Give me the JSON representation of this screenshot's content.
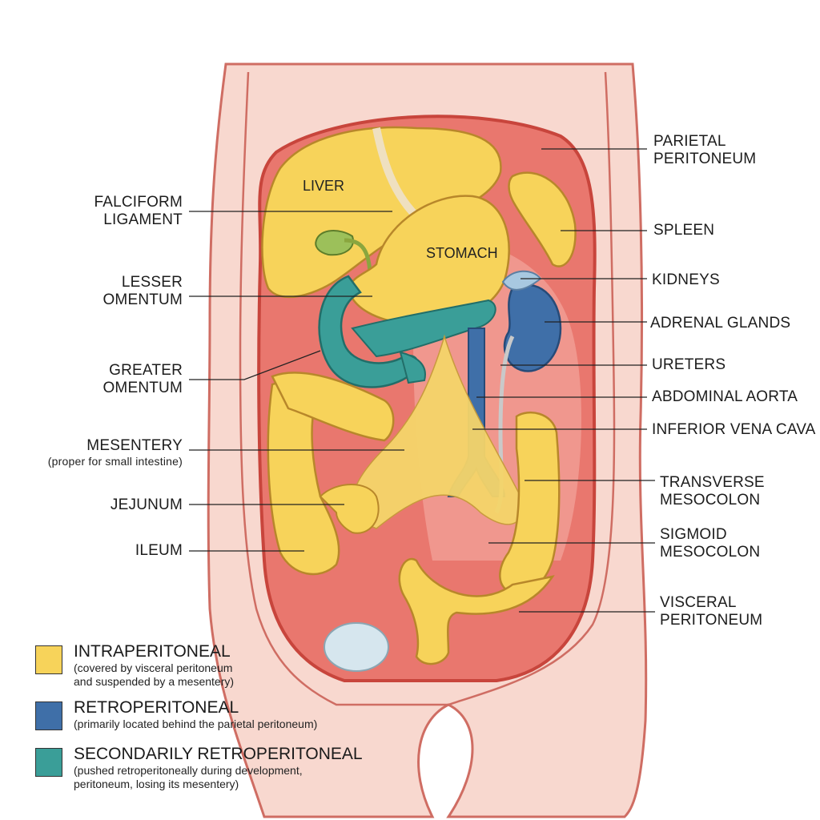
{
  "organs": {
    "liver": "LIVER",
    "stomach": "STOMACH"
  },
  "labels_left": {
    "falciform": [
      "FALCIFORM",
      "LIGAMENT"
    ],
    "lesser_omentum": [
      "LESSER",
      "OMENTUM"
    ],
    "greater_omentum": [
      "GREATER",
      "OMENTUM"
    ],
    "mesentery": "MESENTERY",
    "mesentery_note": "(proper for small intestine)",
    "jejunum": "JEJUNUM",
    "ileum": "ILEUM"
  },
  "labels_right": {
    "parietal_peritoneum": [
      "PARIETAL",
      "PERITONEUM"
    ],
    "spleen": "SPLEEN",
    "kidneys": "KIDNEYS",
    "adrenal_glands": "ADRENAL GLANDS",
    "ureters": "URETERS",
    "abdominal_aorta": "ABDOMINAL AORTA",
    "inferior_vena_cava": "INFERIOR VENA CAVA",
    "transverse_mesocolon": [
      "TRANSVERSE",
      "MESOCOLON"
    ],
    "sigmoid_mesocolon": [
      "SIGMOID",
      "MESOCOLON"
    ],
    "visceral_peritoneum": [
      "VISCERAL",
      "PERITONEUM"
    ]
  },
  "legend": [
    {
      "title": "INTRAPERITONEAL",
      "desc": [
        "(covered by visceral peritoneum",
        "and suspended by a mesentery)"
      ],
      "color": "#f7d35a"
    },
    {
      "title": "RETROPERITONEAL",
      "desc": [
        "(primarily located behind the parietal peritoneum)"
      ],
      "color": "#3f6fa8"
    },
    {
      "title": "SECONDARILY RETROPERITONEAL",
      "desc": [
        "(pushed retroperitoneally during development,",
        "peritoneum, losing its mesentery)"
      ],
      "color": "#3a9e98"
    }
  ],
  "colors": {
    "intraperitoneal": "#f7d35a",
    "retroperitoneal": "#3f6fa8",
    "secondarily_retroperitoneal": "#3a9e98",
    "cavity": "#e9776e",
    "skin": "#f8d8cf"
  }
}
